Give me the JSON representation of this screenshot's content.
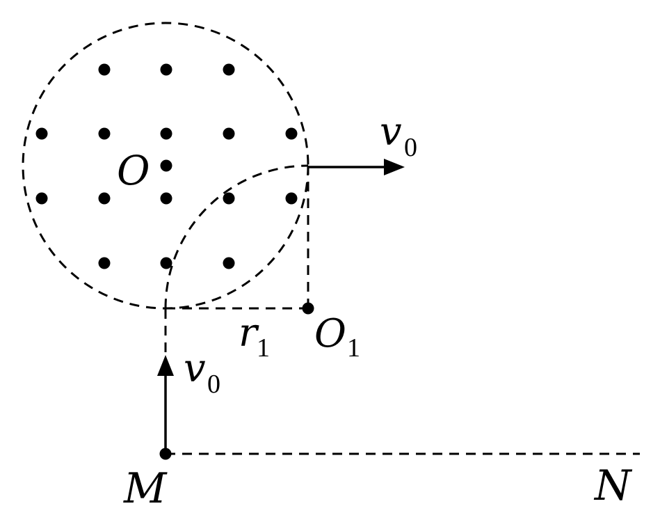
{
  "labels": {
    "center": "O",
    "center1": "O",
    "center1_sub": "1",
    "radius": "r",
    "radius_sub": "1",
    "velocity_top": "v",
    "velocity_top_sub": "0",
    "velocity_bottom": "v",
    "velocity_bottom_sub": "0",
    "point_m": "M",
    "point_n": "N"
  },
  "field": {
    "symbol": "dot",
    "meaning": "magnetic field out of page"
  },
  "colors": {
    "ink": "#000000",
    "background": "#ffffff"
  }
}
